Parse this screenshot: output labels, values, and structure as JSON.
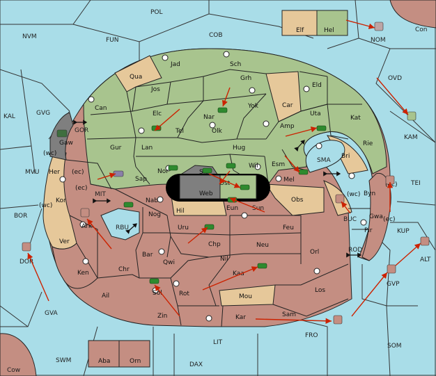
{
  "colors": {
    "sea": "#a9dde8",
    "green": "#a8c48e",
    "red": "#c48e82",
    "tan": "#e6c89a",
    "gray": "#7f7f7f",
    "black": "#000000",
    "arrow": "#cc2200",
    "unit_green": "#2f8a2f",
    "unit_red": "#b8a8c8"
  },
  "seas": {
    "POL": "POL",
    "NVM": "NVM",
    "FUN": "FUN",
    "COB": "COB",
    "NOM": "NOM",
    "Con": "Con",
    "OVD": "OVD",
    "KAL": "KAL",
    "GVG": "GVG",
    "GOR": "GOR",
    "KAM": "KAM",
    "MVU": "MVU",
    "BOR": "BOR",
    "MIT": "MIT",
    "RBU": "RBU",
    "SMA": "SMA",
    "TEI": "TEI",
    "BUC": "BUC",
    "KUP": "KUP",
    "ROD": "ROD",
    "ALT": "ALT",
    "DOR": "DOR",
    "GVP": "GVP",
    "GVA": "GVA",
    "FRO": "FRO",
    "SOM": "SOM",
    "LIT": "LIT",
    "SWM": "SWM",
    "DAX": "DAX",
    "Cow": "Cow"
  },
  "coasts": {
    "gaw_wc": "(wc)",
    "her_ec": "(ec)",
    "kor_ec": "(ec)",
    "kor_wc": "(wc)",
    "byn_ec": "(ec)",
    "byn_wc": "(wc)",
    "gwa_ec": "(ec)"
  },
  "provinces": {
    "Elf": "Elf",
    "Hel": "Hel",
    "Jad": "Jad",
    "Sch": "Sch",
    "Qua": "Qua",
    "Jos": "Jos",
    "Grh": "Grh",
    "Can": "Can",
    "Elc": "Elc",
    "Nar": "Nar",
    "Yok": "Yok",
    "Car": "Car",
    "Eld": "Eld",
    "Uta": "Uta",
    "Kat": "Kat",
    "Tel": "Tel",
    "Olk": "Olk",
    "Amp": "Amp",
    "Gaw": "Gaw",
    "Gur": "Gur",
    "Lan": "Lan",
    "Hug": "Hug",
    "Rie": "Rie",
    "Bri": "Bri",
    "Her": "Her",
    "Nor": "Nor",
    "Skr": "Skr",
    "Wil": "Wil",
    "Esm": "Esm",
    "Sap": "Sap",
    "Web": "Web",
    "Ost": "Ost",
    "Mel": "Mel",
    "Kor": "Kor",
    "Nab": "Nab",
    "Eun": "Eun",
    "Sun": "Sun",
    "Obs": "Obs",
    "Byn": "Byn",
    "Hil": "Hil",
    "Nog": "Nog",
    "Gwa": "Gwa",
    "Ark": "Ark",
    "Uru": "Uru",
    "Feu": "Feu",
    "Pir": "Pir",
    "Ver": "Ver",
    "Chp": "Chp",
    "Neu": "Neu",
    "Bar": "Bar",
    "Qwi": "Qwi",
    "Orl": "Orl",
    "Ken": "Ken",
    "Chr": "Chr",
    "Nil": "Nil",
    "Kaa": "Kaa",
    "Ail": "Ail",
    "Sol": "Sol",
    "Rot": "Rot",
    "Los": "Los",
    "Mou": "Mou",
    "Zin": "Zin",
    "Kar": "Kar",
    "Sam": "Sam",
    "Aba": "Aba",
    "Orn": "Orn"
  }
}
